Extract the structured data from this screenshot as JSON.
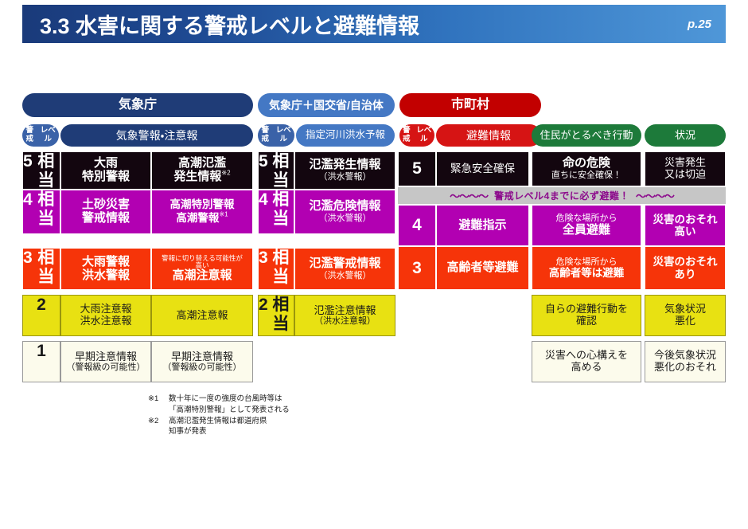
{
  "header": {
    "title": "3.3 水害に関する警戒レベルと避難情報",
    "page_label": "p.25"
  },
  "org_headers": [
    {
      "label": "気象庁",
      "color": "#1f3c77"
    },
    {
      "label": "気象庁＋国交省/自治体",
      "color": "#4478c4"
    },
    {
      "label": "市町村",
      "color": "#c20000"
    }
  ],
  "sub_headers": [
    {
      "level_badge": "警戒\nレベル",
      "label": "気象警報・注意報",
      "color": "#1f3c77"
    },
    {
      "level_badge": "警戒\nレベル",
      "label": "指定河川洪水予報",
      "color": "#4478c4"
    },
    {
      "level_badge": "警戒\nレベル",
      "label": "避難情報",
      "color": "#d61414"
    },
    {
      "label": "住民がとるべき行動",
      "color": "#1d7a3a"
    },
    {
      "label": "状況",
      "color": "#1d7a3a"
    }
  ],
  "level_badge_text": {
    "line1": "警戒",
    "line2": "レベル"
  },
  "banner": {
    "text": "警戒レベル4までに必ず避難！",
    "wave": "〜〜〜〜",
    "color": "#8c0a8c",
    "background": "#c6c6c6"
  },
  "levels": {
    "jma": [
      {
        "num": "5",
        "eq": "相当"
      },
      {
        "num": "4",
        "eq": "相当"
      },
      {
        "num": "3",
        "eq": "相当"
      },
      {
        "num": "2",
        "eq": ""
      },
      {
        "num": "1",
        "eq": ""
      }
    ],
    "river": [
      {
        "num": "5",
        "eq": "相当"
      },
      {
        "num": "4",
        "eq": "相当"
      },
      {
        "num": "3",
        "eq": "相当"
      },
      {
        "num": "2",
        "eq": "相当"
      }
    ],
    "city": [
      {
        "num": "5",
        "eq": ""
      },
      {
        "num": "4",
        "eq": ""
      },
      {
        "num": "3",
        "eq": ""
      }
    ]
  },
  "col_weather": [
    {
      "line1": "大雨",
      "line2": "特別警報",
      "note": "",
      "small": ""
    },
    {
      "line1": "土砂災害",
      "line2": "警戒情報",
      "note": "",
      "small": ""
    },
    {
      "line1": "大雨警報",
      "line2": "洪水警報",
      "note": "",
      "small": ""
    },
    {
      "line1": "大雨注意報",
      "line2": "洪水注意報",
      "note": "",
      "small": ""
    },
    {
      "line1": "早期注意情報",
      "line2": "",
      "note": "（警報級の可能性）",
      "small": ""
    }
  ],
  "col_tide": [
    {
      "line1": "高潮氾濫",
      "line2": "発生情報",
      "sup": "※2",
      "small": ""
    },
    {
      "line1": "高潮特別警報",
      "line2": "高潮警報",
      "sup": "※1",
      "small": ""
    },
    {
      "line1": "高潮注意報",
      "line2": "",
      "sup": "",
      "small": "警報に切り替える可能性が高い"
    },
    {
      "line1": "高潮注意報",
      "line2": "",
      "sup": "",
      "small": ""
    },
    {
      "line1": "早期注意情報",
      "line2": "",
      "note": "（警報級の可能性）",
      "small": ""
    }
  ],
  "col_river": [
    {
      "line1": "氾濫発生情報",
      "note": "（洪水警報）"
    },
    {
      "line1": "氾濫危険情報",
      "note": "（洪水警報）"
    },
    {
      "line1": "氾濫警戒情報",
      "note": "（洪水警報）"
    },
    {
      "line1": "氾濫注意情報",
      "note": "（洪水注意報）"
    }
  ],
  "col_evacuation": [
    {
      "line1": "緊急安全確保"
    },
    {
      "line1": "避難指示"
    },
    {
      "line1": "高齢者等避難"
    }
  ],
  "col_action": [
    {
      "top": "命の危険",
      "bottom": "直ちに安全確保！"
    },
    {
      "top": "危険な場所から",
      "bottom": "全員避難"
    },
    {
      "top": "危険な場所から",
      "bottom": "高齢者等は避難"
    },
    {
      "top": "自らの避難行動を",
      "bottom": "確認"
    },
    {
      "top": "災害への心構えを",
      "bottom": "高める"
    }
  ],
  "col_status": [
    {
      "line1": "災害発生",
      "line2": "又は切迫"
    },
    {
      "line1": "災害のおそれ",
      "line2": "高い"
    },
    {
      "line1": "災害のおそれ",
      "line2": "あり"
    },
    {
      "line1": "気象状況",
      "line2": "悪化"
    },
    {
      "line1": "今後気象状況",
      "line2": "悪化のおそれ"
    }
  ],
  "footnotes": [
    {
      "mark": "※1",
      "line1": "数十年に一度の強度の台風時等は",
      "line2": "「高潮特別警報」として発表される"
    },
    {
      "mark": "※2",
      "line1": "高潮氾濫発生情報は都道府県",
      "line2": "知事が発表"
    }
  ]
}
